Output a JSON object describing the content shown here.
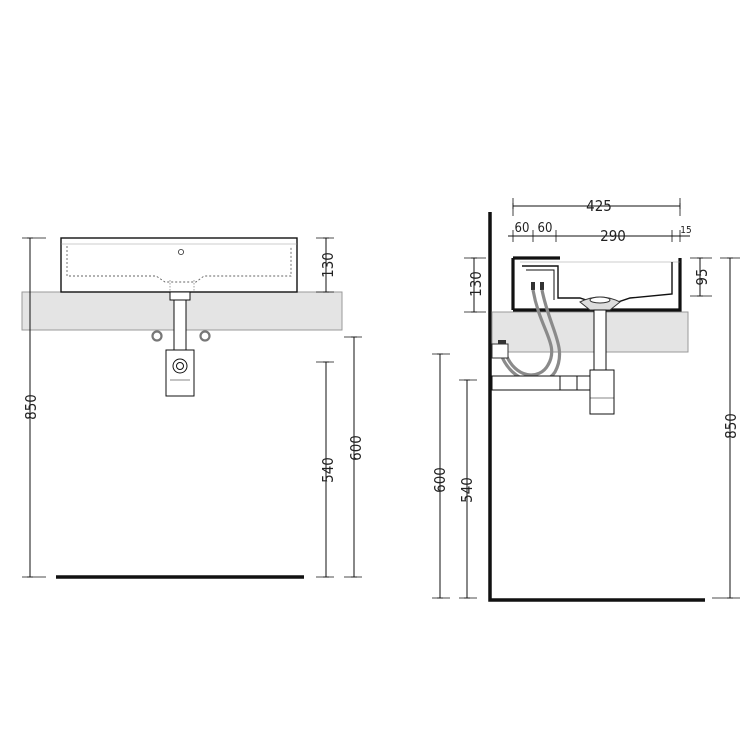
{
  "front_view": {
    "dim_height_total": "850",
    "dim_basin_height": "130",
    "dim_540": "540",
    "dim_600": "600"
  },
  "side_view": {
    "dim_depth": "425",
    "dim_60a": "60",
    "dim_60b": "60",
    "dim_290": "290",
    "dim_15": "15",
    "dim_basin_height": "130",
    "dim_95": "95",
    "dim_600": "600",
    "dim_540": "540",
    "dim_height_total": "850"
  },
  "colors": {
    "line": "#111111",
    "counter_fill": "#e4e4e4",
    "counter_stroke": "#9a9a9a",
    "hose": "#8a8a8a"
  }
}
